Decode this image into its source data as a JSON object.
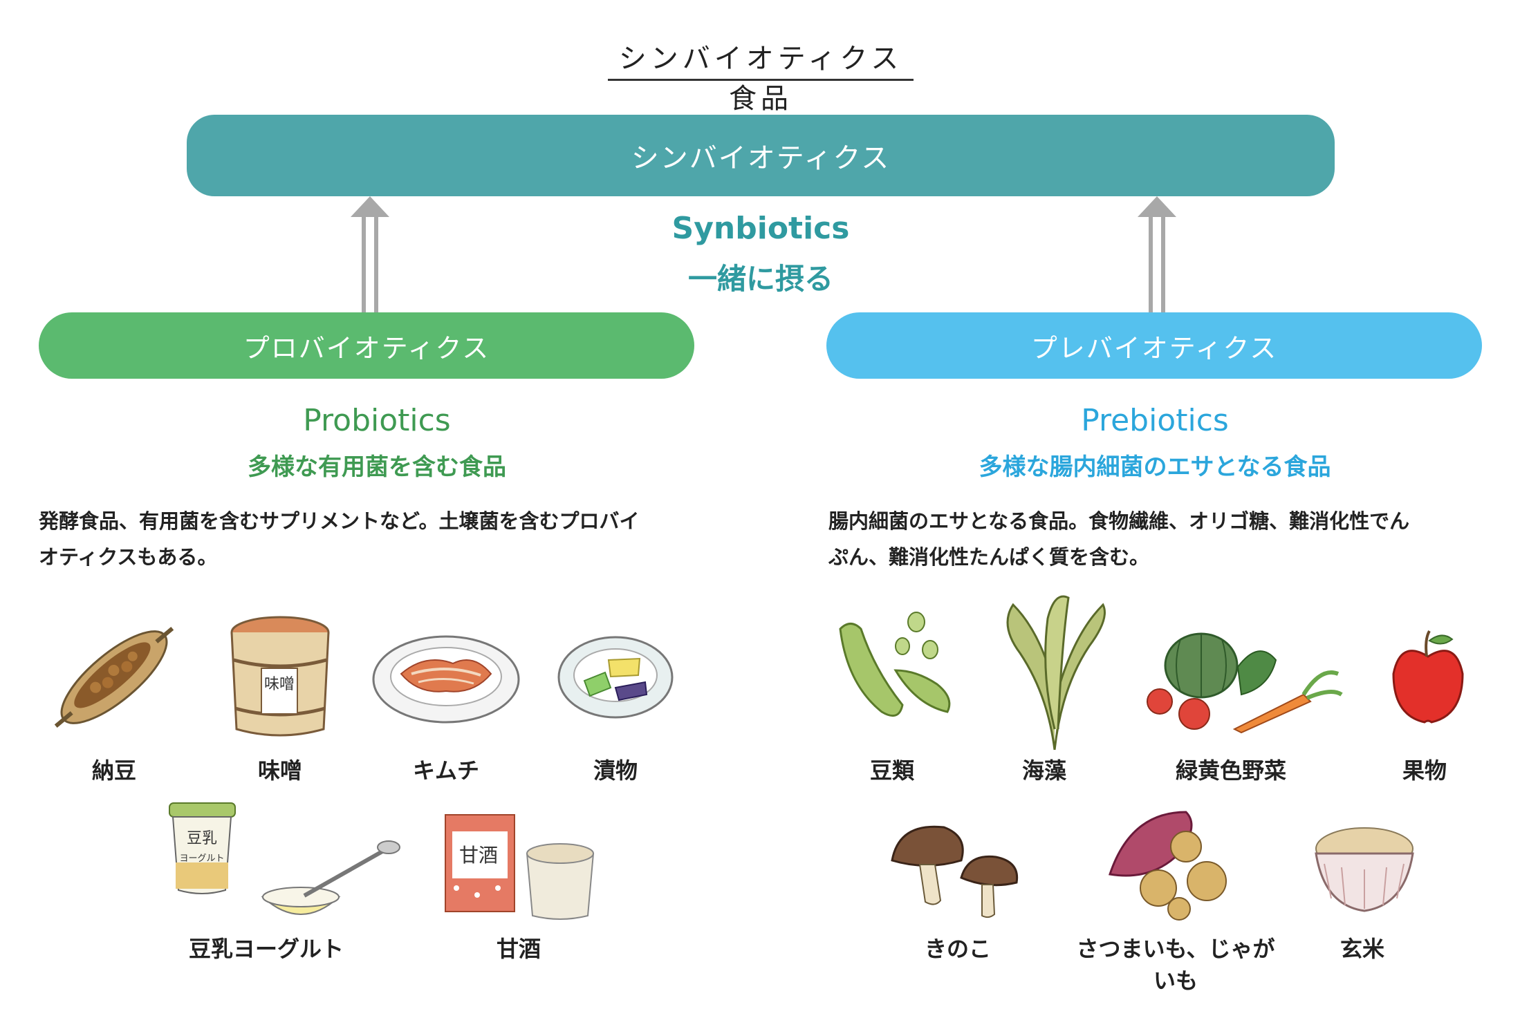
{
  "title": "シンバイオティクス食品",
  "synbiotics": {
    "pill_label": "シンバイオティクス",
    "en": "Synbiotics",
    "jp": "一緒に摂る"
  },
  "probiotics": {
    "pill_label": "プロバイオティクス",
    "en": "Probiotics",
    "jp": "多様な有用菌を含む食品",
    "desc_line1": "発酵食品、有用菌を含むサプリメントなど。土壌菌を含むプロバイ",
    "desc_line2": "オティクスもある。",
    "foods": [
      "納豆",
      "味噌",
      "キムチ",
      "漬物",
      "豆乳ヨーグルト",
      "甘酒"
    ],
    "color": "#5bba6f"
  },
  "prebiotics": {
    "pill_label": "プレバイオティクス",
    "en": "Prebiotics",
    "jp": "多様な腸内細菌のエサとなる食品",
    "desc_line1": "腸内細菌のエサとなる食品。食物繊維、オリゴ糖、難消化性でん",
    "desc_line2": "ぷん、難消化性たんぱく質を含む。",
    "foods": [
      "豆類",
      "海藻",
      "緑黄色野菜",
      "果物",
      "きのこ",
      "さつまいも、じゃがいも",
      "玄米"
    ],
    "color": "#55c1ee"
  },
  "illustration_text": {
    "miso_label": "味噌",
    "yogurt_label_1": "豆乳",
    "yogurt_label_2": "ヨーグルト",
    "amazake_label": "甘酒"
  },
  "colors": {
    "synbiotics": "#4fa6aa",
    "arrow": "#a8a8a8"
  }
}
